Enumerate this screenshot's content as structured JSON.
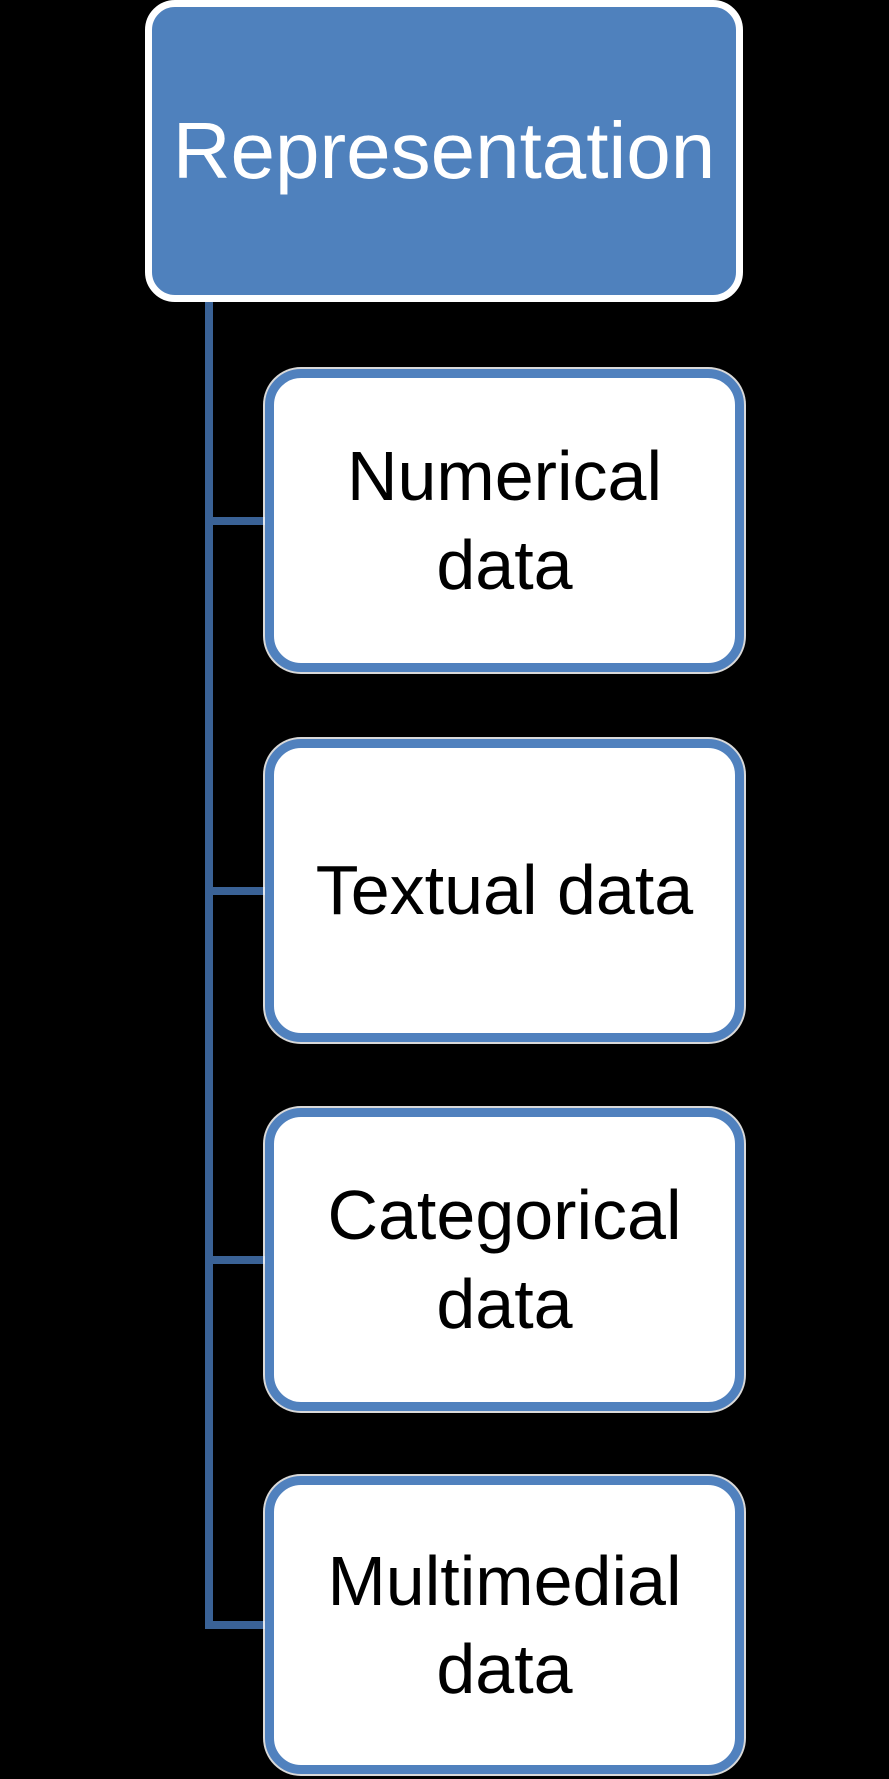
{
  "diagram": {
    "type": "hierarchy",
    "root": {
      "label": "Representation"
    },
    "children": [
      {
        "label": "Numerical\ndata"
      },
      {
        "label": "Textual data"
      },
      {
        "label": "Categorical\ndata"
      },
      {
        "label": "Multimedial\ndata"
      }
    ]
  },
  "colors": {
    "background": "#000000",
    "root_fill": "#4F81BD",
    "root_border": "#FFFFFF",
    "root_text": "#FFFFFF",
    "child_fill": "#FFFFFF",
    "child_border": "#5081BE",
    "child_text": "#000000",
    "connector": "#3A6296"
  }
}
